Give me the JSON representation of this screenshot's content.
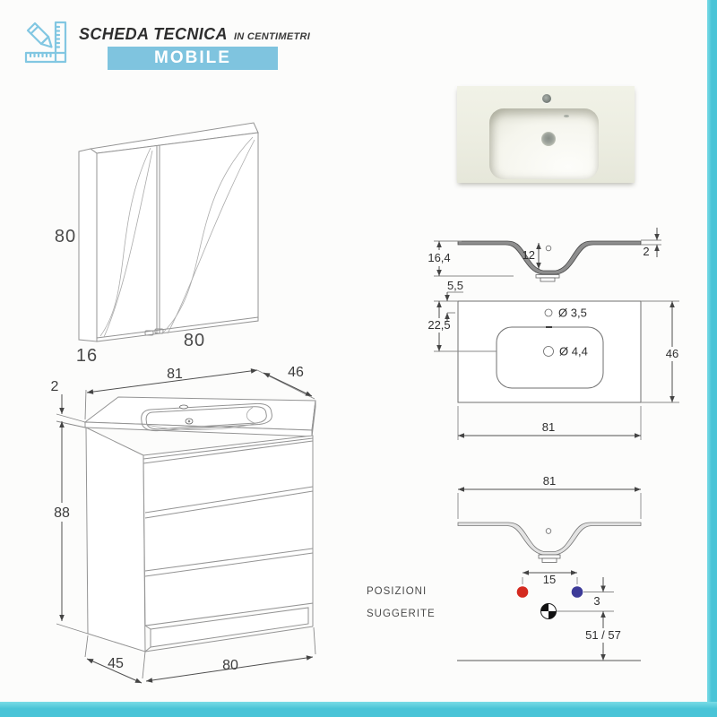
{
  "header": {
    "title": "SCHEDA TECNICA",
    "subtitle": "IN CENTIMETRI",
    "banner": "MOBILE",
    "icon": "pencil-ruler-icon"
  },
  "colors": {
    "banner_blue": "#7FC4DF",
    "accent_teal": "#4AC4D7",
    "hot_dot": "#D42A20",
    "cold_dot": "#3D3B98",
    "drawing_line_gray": "#949494",
    "dimension_gray": "#4A4A4A"
  },
  "mirror_cabinet": {
    "height": "80",
    "depth": "16",
    "width": "80"
  },
  "washbasin_section": {
    "total_height": "16,4",
    "bowl_depth": "12",
    "rim_thickness": "2"
  },
  "washbasin_top_view": {
    "tap_hole_offset": "5,5",
    "drain_offset": "22,5",
    "tap_hole_diameter": "Ø 3,5",
    "drain_diameter": "Ø 4,4",
    "depth": "46",
    "width": "81"
  },
  "vanity_unit": {
    "top_width": "81",
    "top_depth": "46",
    "top_thickness": "2",
    "height": "88",
    "depth": "45",
    "width": "80"
  },
  "suggested_positions": {
    "caption_line1": "POSIZIONI",
    "caption_line2": "SUGGERITE",
    "width": "81",
    "tap_distance": "15",
    "tap_drain_offset": "3",
    "drain_floor_height": "51 / 57"
  }
}
